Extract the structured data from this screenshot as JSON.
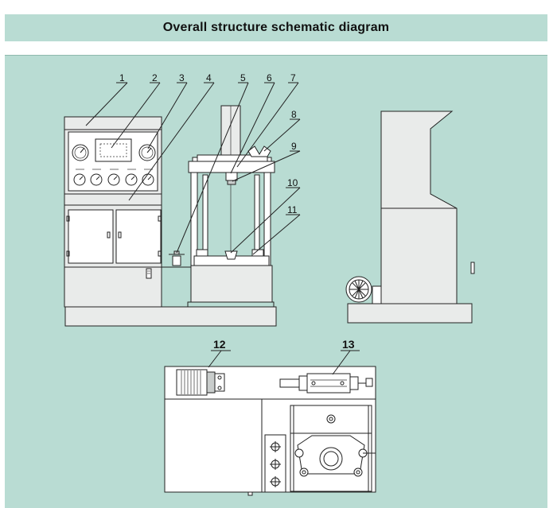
{
  "header": {
    "title": "Overall structure schematic diagram"
  },
  "callouts": {
    "c1": "1",
    "c2": "2",
    "c3": "3",
    "c4": "4",
    "c5": "5",
    "c6": "6",
    "c7": "7",
    "c8": "8",
    "c9": "9",
    "c10": "10",
    "c11": "11",
    "c12": "12",
    "c13": "13"
  },
  "colors": {
    "panel": "#b9dcd3",
    "line": "#222222",
    "machine": "#e9ebea"
  }
}
